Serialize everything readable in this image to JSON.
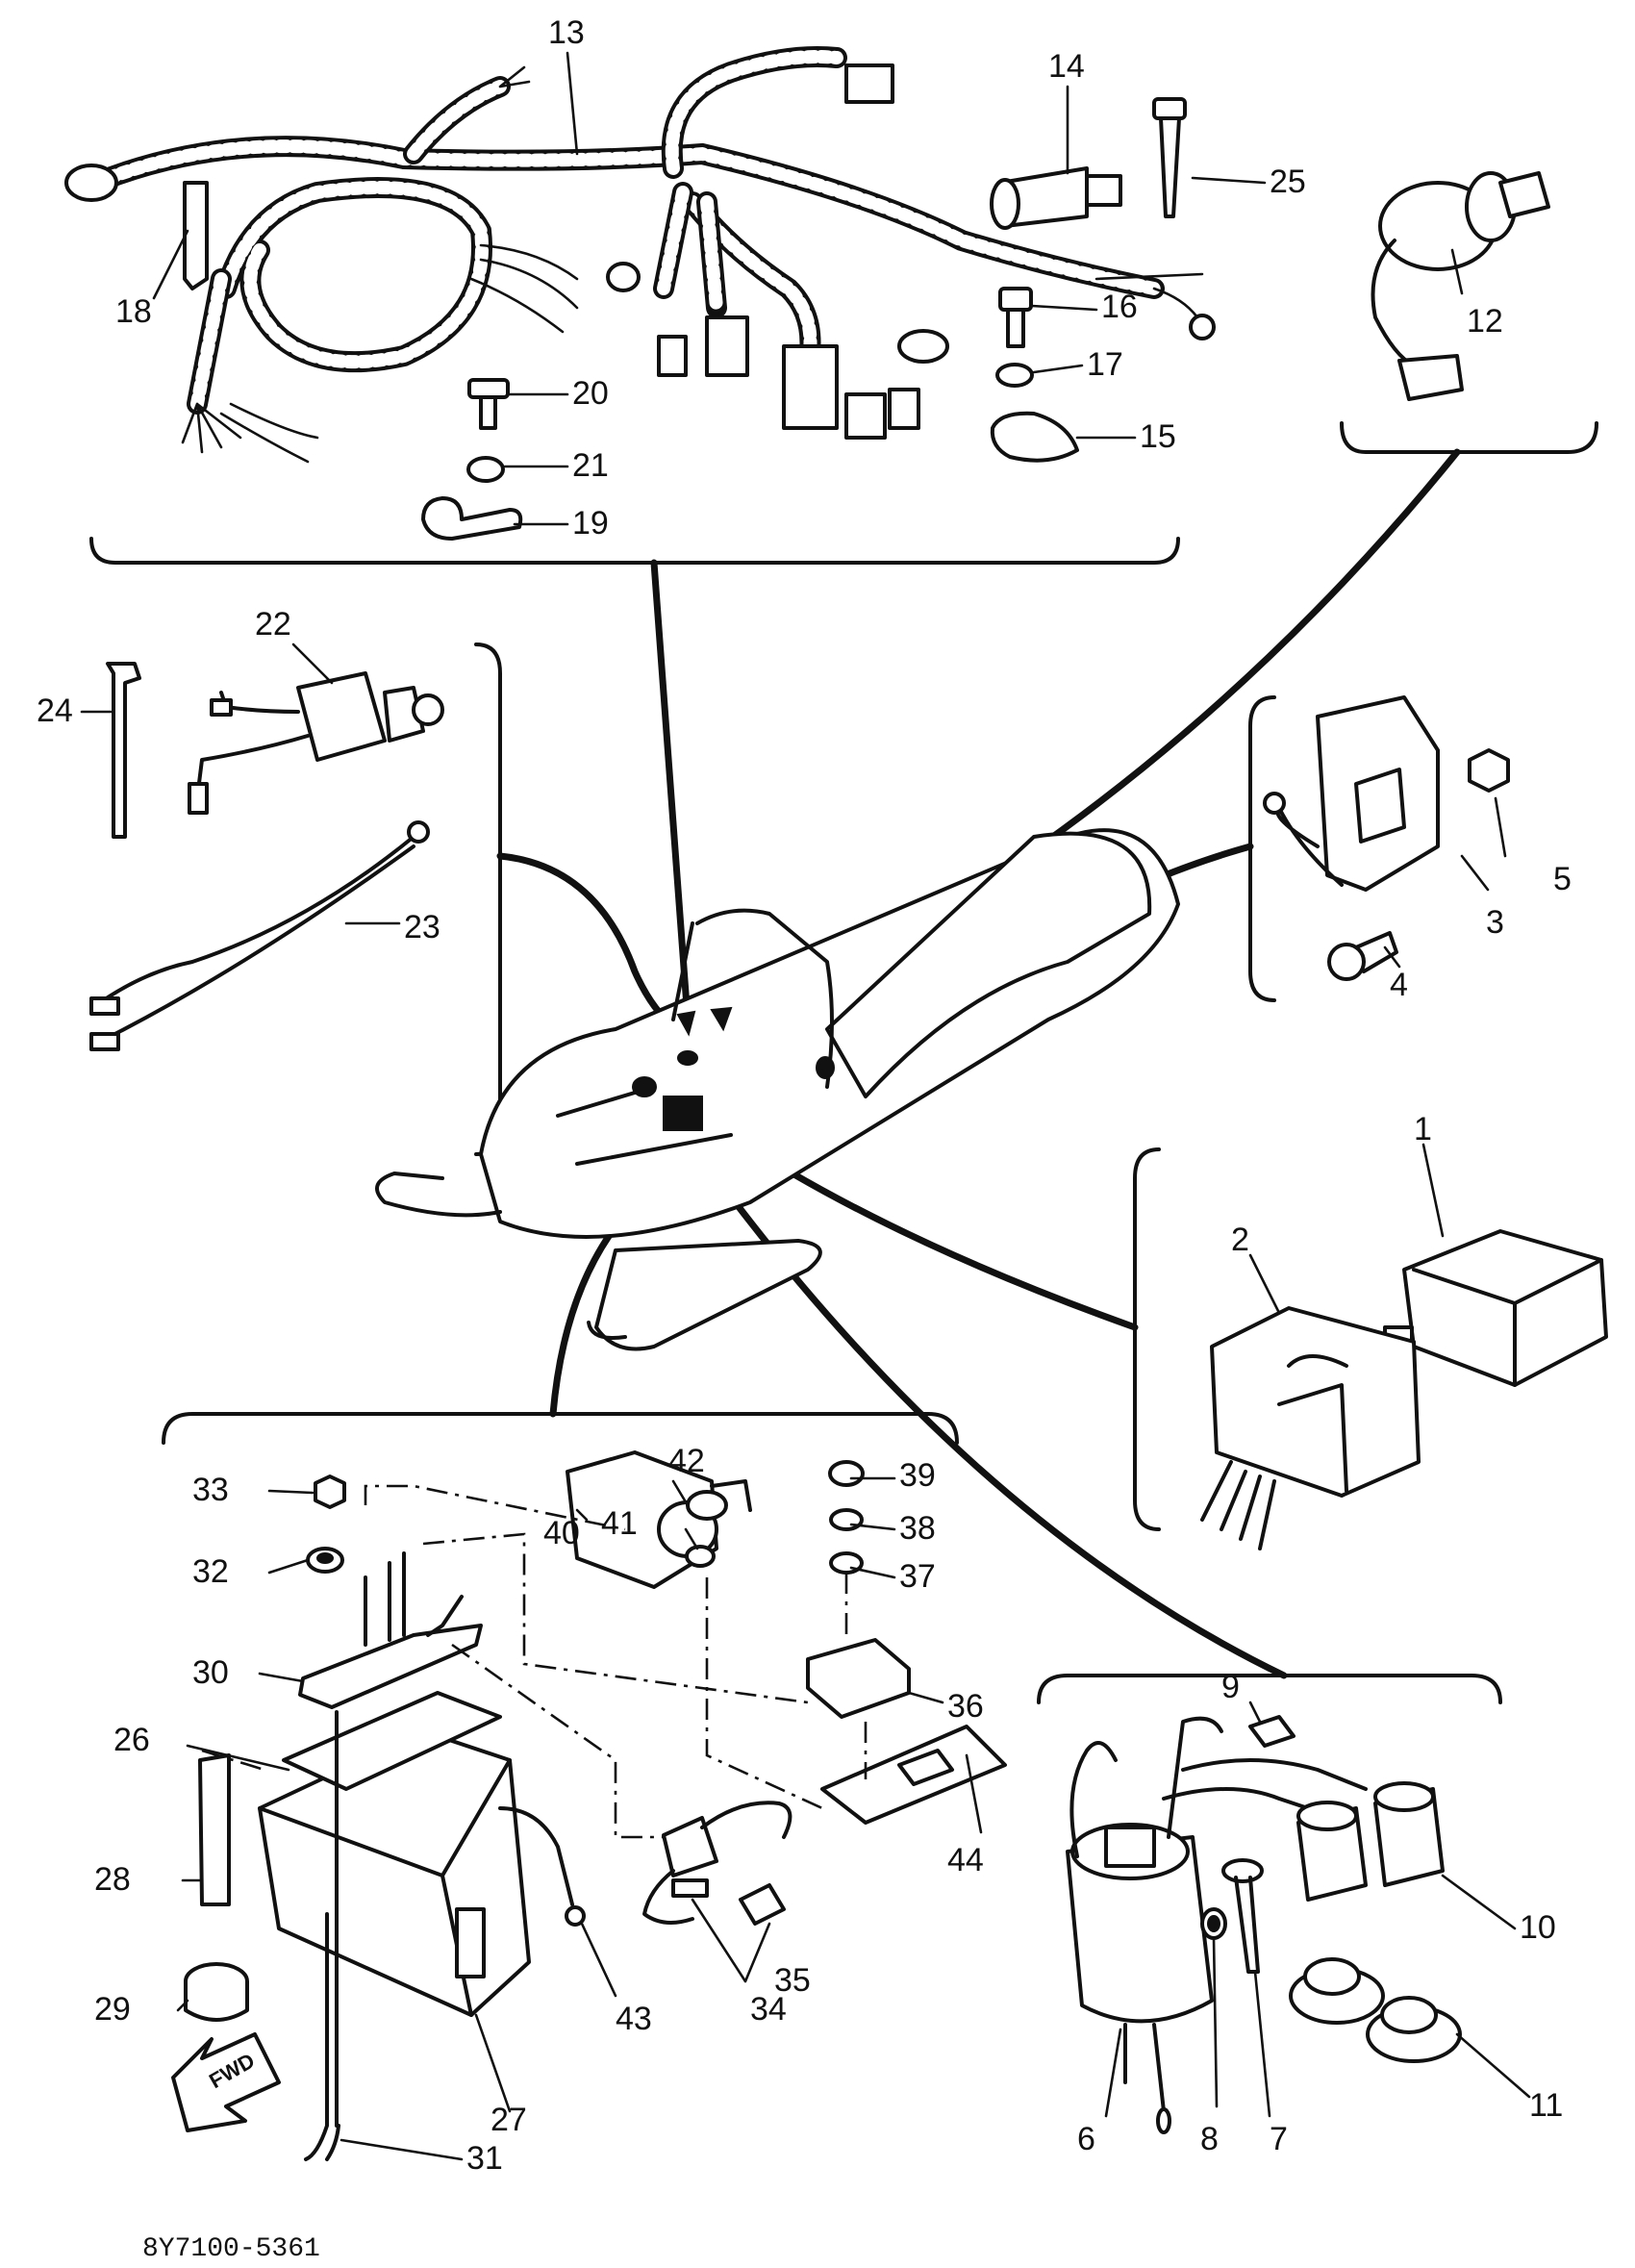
{
  "drawing_code": "8Y7100-5361",
  "fwd_label": "FWD",
  "part_numbers": [
    "1",
    "2",
    "3",
    "4",
    "5",
    "6",
    "7",
    "8",
    "9",
    "10",
    "11",
    "12",
    "13",
    "14",
    "15",
    "16",
    "17",
    "18",
    "19",
    "20",
    "21",
    "22",
    "23",
    "24",
    "25",
    "26",
    "27",
    "28",
    "29",
    "30",
    "31",
    "32",
    "33",
    "34",
    "35",
    "36",
    "37",
    "38",
    "39",
    "40",
    "41",
    "42",
    "43",
    "44"
  ]
}
